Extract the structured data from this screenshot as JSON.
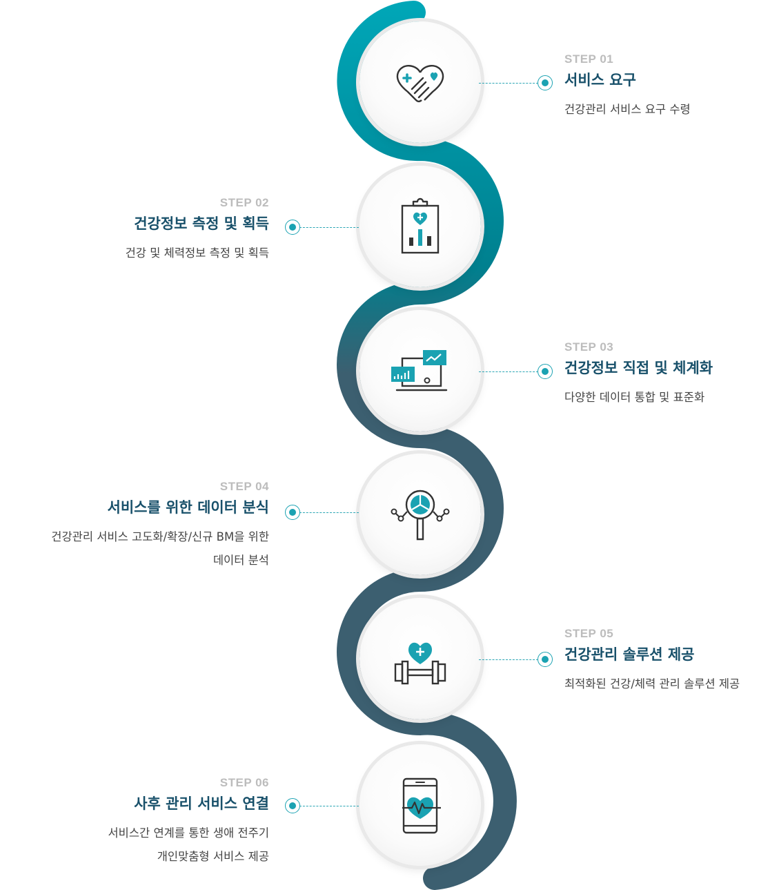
{
  "colors": {
    "wave_top": "#00a7b8",
    "wave_mid": "#00808f",
    "wave_bottom": "#3c5f70",
    "accent": "#1aa2b2",
    "title": "#18506a",
    "step": "#bcbcbc",
    "desc": "#444444"
  },
  "steps": [
    {
      "step": "STEP 01",
      "title": "서비스 요구",
      "desc": [
        "건강관리 서비스  요구 수령"
      ],
      "side": "right",
      "icon": "handshake-heart-icon"
    },
    {
      "step": "STEP 02",
      "title": "건강정보 측정 및 획득",
      "desc": [
        "건강 및 체력정보 측정 및 획득"
      ],
      "side": "left",
      "icon": "clipboard-chart-icon"
    },
    {
      "step": "STEP 03",
      "title": "건강정보 직접 및 체계화",
      "desc": [
        "다양한 데이터 통합 및 표준화"
      ],
      "side": "right",
      "icon": "computer-analytics-icon"
    },
    {
      "step": "STEP 04",
      "title": "서비스를 위한 데이터 분식",
      "desc": [
        "건강관리 서비스 고도화/확장/신규 BM을 위한",
        "데이터 분석"
      ],
      "side": "left",
      "icon": "magnifier-network-icon"
    },
    {
      "step": "STEP 05",
      "title": "건강관리 솔루션 제공",
      "desc": [
        "최적화된 건강/체력 관리 솔루션 제공"
      ],
      "side": "right",
      "icon": "dumbbell-heart-icon"
    },
    {
      "step": "STEP 06",
      "title": "사후 관리 서비스 연결",
      "desc": [
        "서비스간 연계를 통한 생애 전주기",
        "개인맞춤형 서비스 제공"
      ],
      "side": "left",
      "icon": "phone-heartbeat-icon"
    }
  ]
}
